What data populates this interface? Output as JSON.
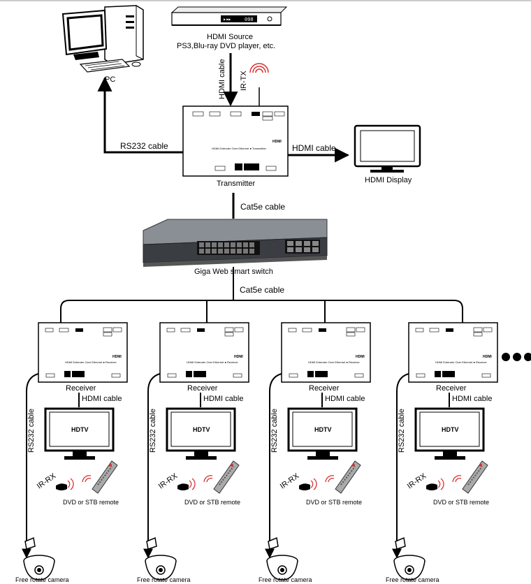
{
  "source": {
    "title": "HDMI Source",
    "subtitle": "PS3,Blu-ray DVD player, etc.",
    "display_value": "098"
  },
  "pc": {
    "label": "PC"
  },
  "links": {
    "hdmi_cable_vertical": "HDMI cable",
    "ir_tx": "IR-TX",
    "rs232_top": "RS232 cable",
    "hdmi_cable_right": "HDMI cable",
    "cat5e_top": "Cat5e cable",
    "cat5e_bottom": "Cat5e cable"
  },
  "transmitter": {
    "label": "Transmitter",
    "brand": "HDMI",
    "caption": "HDMI Extender Over Ethernet ● Transmitter"
  },
  "display": {
    "label": "HDMI Display"
  },
  "switch": {
    "label": "Giga Web smart switch"
  },
  "receivers": [
    {
      "label": "Receiver",
      "caption": "HDMI Extender Over Ethernet ● Receiver",
      "hdmi_cable": "HDMI cable",
      "rs232_cable": "RS232 cable",
      "tv": "HDTV",
      "ir_rx": "IR-RX",
      "remote": "DVD or STB remote",
      "camera": "Free rotate camera"
    },
    {
      "label": "Receiver",
      "caption": "HDMI Extender Over Ethernet ● Receiver",
      "hdmi_cable": "HDMI cable",
      "rs232_cable": "RS232 cable",
      "tv": "HDTV",
      "ir_rx": "IR-RX",
      "remote": "DVD or STB remote",
      "camera": "Free rotate camera"
    },
    {
      "label": "Receiver",
      "caption": "HDMI Extender Over Ethernet ● Receiver",
      "hdmi_cable": "HDMI cable",
      "rs232_cable": "RS232 cable",
      "tv": "HDTV",
      "ir_rx": "IR-RX",
      "remote": "DVD or STB remote",
      "camera": "Free rotate camera"
    },
    {
      "label": "Receiver",
      "caption": "HDMI Extender Over Ethernet ● Receiver",
      "hdmi_cable": "HDMI cable",
      "rs232_cable": "RS232 cable",
      "tv": "HDTV",
      "ir_rx": "IR-RX",
      "remote": "DVD or STB remote",
      "camera": "Free rotate camera"
    }
  ],
  "colors": {
    "line": "#000000",
    "ir_wave": "#d83030",
    "device_fill": "#ffffff",
    "screen": "#ffffff"
  },
  "icons": [
    "pc-icon",
    "dvd-player-icon",
    "switch-icon",
    "monitor-icon",
    "hdtv-icon",
    "remote-icon",
    "camera-icon",
    "ellipsis-icon"
  ]
}
